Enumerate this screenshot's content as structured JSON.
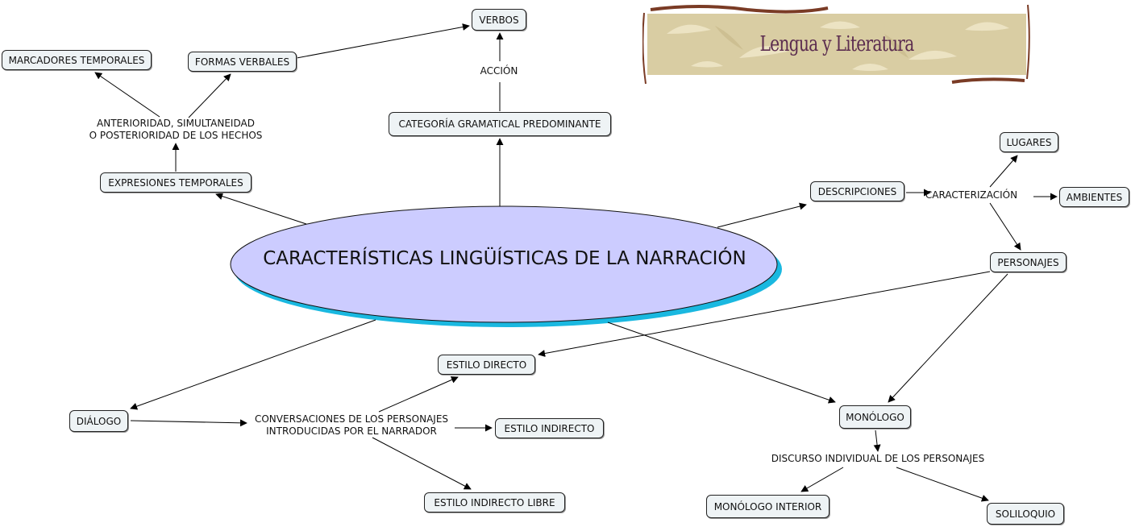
{
  "banner": {
    "title": "Lengua y Literatura"
  },
  "center": {
    "title": "CARACTERÍSTICAS LINGÜÍSTICAS DE LA NARRACIÓN"
  },
  "nodes": {
    "verbos": "VERBOS",
    "marcadores": "MARCADORES TEMPORALES",
    "formas": "FORMAS VERBALES",
    "categoria": "CATEGORÍA GRAMATICAL PREDOMINANTE",
    "expresiones": "EXPRESIONES TEMPORALES",
    "descripciones": "DESCRIPCIONES",
    "lugares": "LUGARES",
    "ambientes": "AMBIENTES",
    "personajes": "PERSONAJES",
    "estilo_directo": "ESTILO DIRECTO",
    "dialogo": "DIÁLOGO",
    "estilo_indirecto": "ESTILO INDIRECTO",
    "estilo_indirecto_libre": "ESTILO INDIRECTO LIBRE",
    "monologo": "MONÓLOGO",
    "monologo_interior": "MONÓLOGO INTERIOR",
    "soliloquio": "SOLILOQUIO"
  },
  "links": {
    "accion": "ACCIÓN",
    "anterioridad": "ANTERIORIDAD, SIMULTANEIDAD\nO POSTERIORIDAD DE LOS HECHOS",
    "caracterizacion": "CARACTERIZACIÓN",
    "conversaciones": "CONVERSACIONES DE LOS PERSONAJES\nINTRODUCIDAS POR EL NARRADOR",
    "discurso": "DISCURSO INDIVIDUAL DE LOS PERSONAJES"
  },
  "colors": {
    "ellipse_fill": "#ccccff",
    "ellipse_shadow": "#1ab8e0",
    "node_fill": "#eef3f5",
    "banner_text": "#5b2c4f"
  }
}
